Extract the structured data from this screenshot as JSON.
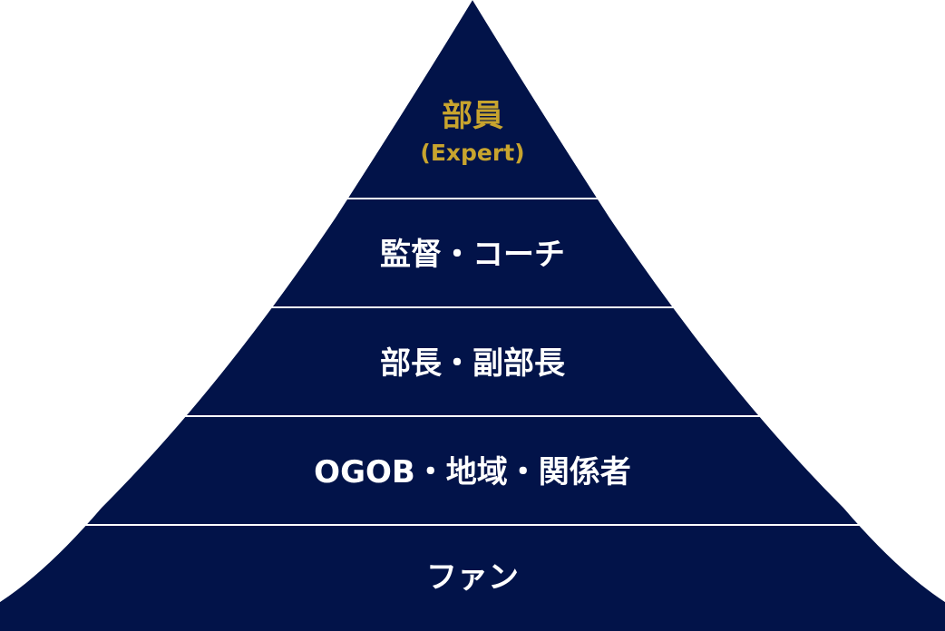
{
  "pyramid": {
    "colors": {
      "fill": "#021349",
      "divider": "#ffffff",
      "label": "#ffffff",
      "accent": "#c8a42e"
    },
    "tiers": [
      {
        "label": "部員",
        "sublabel": "(Expert)",
        "accent": true
      },
      {
        "label": "監督・コーチ"
      },
      {
        "label": "部長・副部長"
      },
      {
        "label": "OGOB・地域・関係者"
      },
      {
        "label": "ファン"
      }
    ]
  }
}
